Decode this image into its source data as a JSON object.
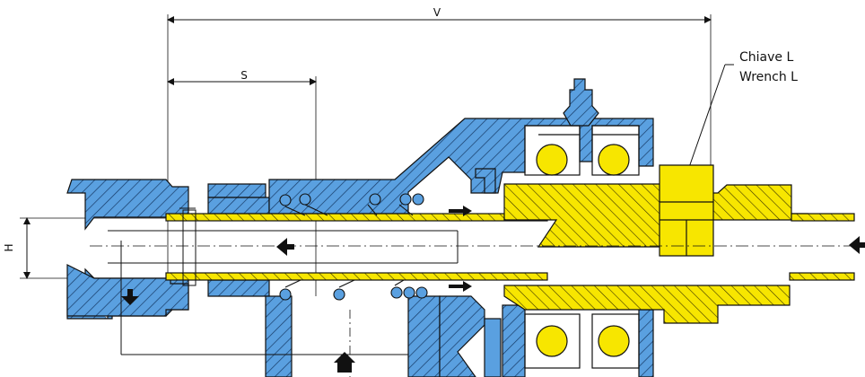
{
  "dimensions": {
    "v": "V",
    "s": "S",
    "h": "H"
  },
  "callout": {
    "line1": "Chiave L",
    "line2": "Wrench L"
  },
  "colors": {
    "housing": "#5aa0e0",
    "shaft": "#f7e600",
    "ball": "#f7e600",
    "spring": "#5aa0e0",
    "outline": "#111111"
  },
  "flow_arrows": [
    {
      "name": "flow-arrow-right-upper",
      "direction": "right"
    },
    {
      "name": "flow-arrow-right-lower",
      "direction": "right"
    },
    {
      "name": "flow-arrow-left-center",
      "direction": "left"
    },
    {
      "name": "flow-arrow-left-inlet",
      "direction": "left"
    },
    {
      "name": "flow-arrow-down-outlet",
      "direction": "down"
    },
    {
      "name": "flow-arrow-up-bottom",
      "direction": "up"
    }
  ]
}
